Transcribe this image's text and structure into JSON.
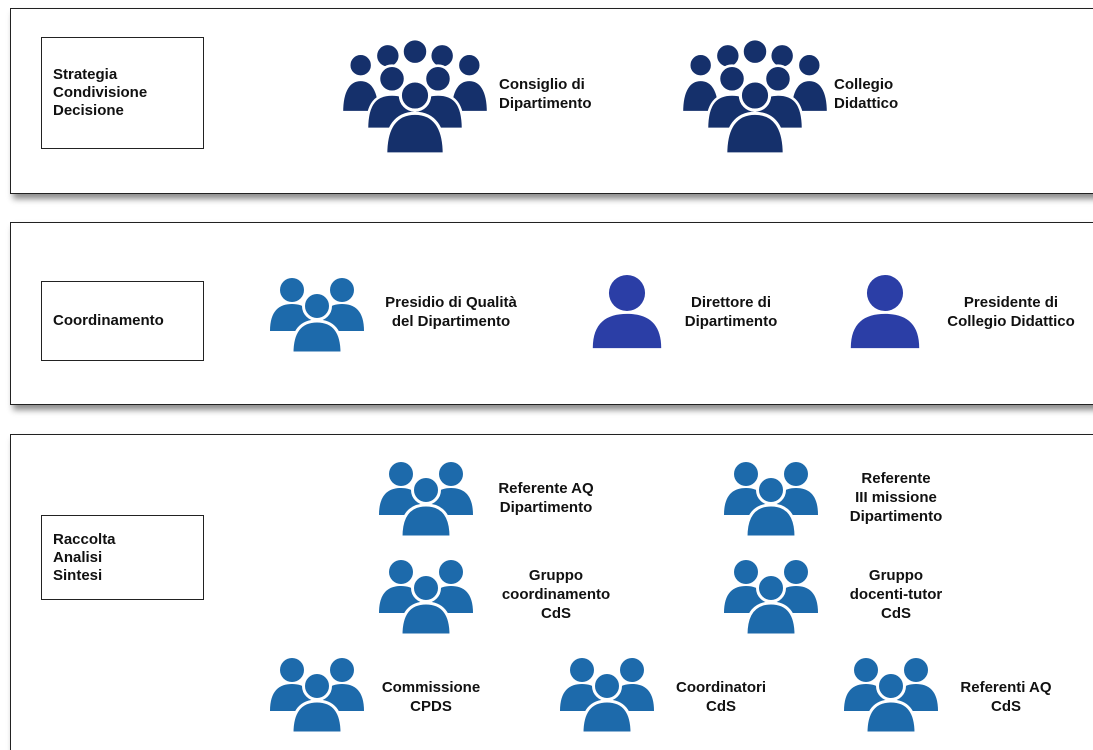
{
  "colors": {
    "dark_navy": "#15306b",
    "mid_blue": "#1d6aab",
    "royal_blue": "#2b3ea6",
    "border": "#222222"
  },
  "sections": {
    "strategy": {
      "label": "Strategia\nCondivisione\nDecisione",
      "nodes": [
        {
          "caption": "Consiglio di\nDipartimento",
          "icon": "large-group-icon"
        },
        {
          "caption": "Collegio\nDidattico",
          "icon": "large-group-icon"
        }
      ]
    },
    "coordination": {
      "label": "Coordinamento",
      "nodes": [
        {
          "caption": "Presidio di Qualità\ndel Dipartimento",
          "icon": "group-icon"
        },
        {
          "caption": "Direttore di\nDipartimento",
          "icon": "person-icon"
        },
        {
          "caption": "Presidente di\nCollegio Didattico",
          "icon": "person-icon"
        }
      ]
    },
    "collection": {
      "label": "Raccolta\nAnalisi\nSintesi",
      "nodes": [
        {
          "caption": "Referente AQ\nDipartimento",
          "icon": "group-icon"
        },
        {
          "caption": "Referente\nIII missione\nDipartimento",
          "icon": "group-icon"
        },
        {
          "caption": "Gruppo\ncoordinamento\nCdS",
          "icon": "group-icon"
        },
        {
          "caption": "Gruppo\ndocenti-tutor\nCdS",
          "icon": "group-icon"
        },
        {
          "caption": "Commissione\nCPDS",
          "icon": "group-icon"
        },
        {
          "caption": "Coordinatori\nCdS",
          "icon": "group-icon"
        },
        {
          "caption": "Referenti AQ\nCdS",
          "icon": "group-icon"
        }
      ]
    }
  }
}
